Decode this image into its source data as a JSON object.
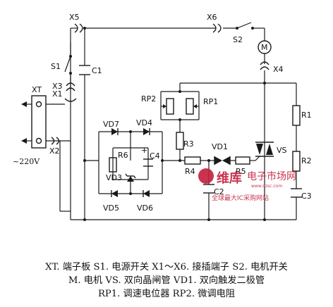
{
  "labels": {
    "X5": "X5",
    "X6": "X6",
    "S2": "S2",
    "S1": "S1",
    "C1": "C1",
    "X3": "X3",
    "X1": "X1",
    "XT": "XT",
    "X4": "X4",
    "RP2": "RP2",
    "RP1": "RP1",
    "R1": "R1",
    "VD7": "VD7",
    "VD4": "VD4",
    "R6": "R6",
    "C4": "C4",
    "VD3": "VD3",
    "R3": "R3",
    "VD1": "VD1",
    "VS": "VS",
    "R4": "R4",
    "R5": "R5",
    "R2": "R2",
    "C2": "C2",
    "C3": "C3",
    "X2": "X2",
    "VD5": "VD5",
    "VD6": "VD6",
    "mains": "~220V",
    "motor": "M",
    "plus": "+"
  },
  "watermark": {
    "logo_text": "维库",
    "title": "电子市场网",
    "url": "www.dzsc.com",
    "slogan": "全球最大IC采购网站"
  },
  "legend": {
    "line1": "XT. 端子板  S1. 电源开关  X1～X6. 接插端子  S2. 电机开关",
    "line2": "M. 电机  VS. 双向晶闸管  VD1. 双向触发二极管",
    "line3": "RP1. 调速电位器  RP2. 微调电阻"
  },
  "colors": {
    "ink": "#1a1a1a",
    "watermark": "#c41e3a"
  }
}
